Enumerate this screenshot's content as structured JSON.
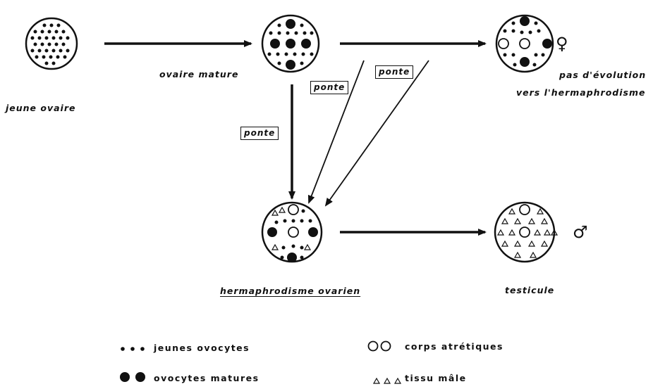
{
  "nodes": {
    "jeune_ovaire": "jeune ovaire",
    "ovaire_mature": "ovaire mature",
    "pas_evolution_line1": "pas d'évolution",
    "pas_evolution_line2": "vers l'hermaphrodisme",
    "hermaphrodisme_ovarien": "hermaphrodisme ovarien",
    "testicule": "testicule"
  },
  "edge_labels": {
    "ponte": "ponte"
  },
  "symbols": {
    "female": "♀",
    "male": "♂"
  },
  "legend": {
    "jeunes_ovocytes": "jeunes ovocytes",
    "ovocytes_matures": "ovocytes matures",
    "corps_atretiques": "corps atrétiques",
    "tissu_male": "tissu mâle"
  }
}
